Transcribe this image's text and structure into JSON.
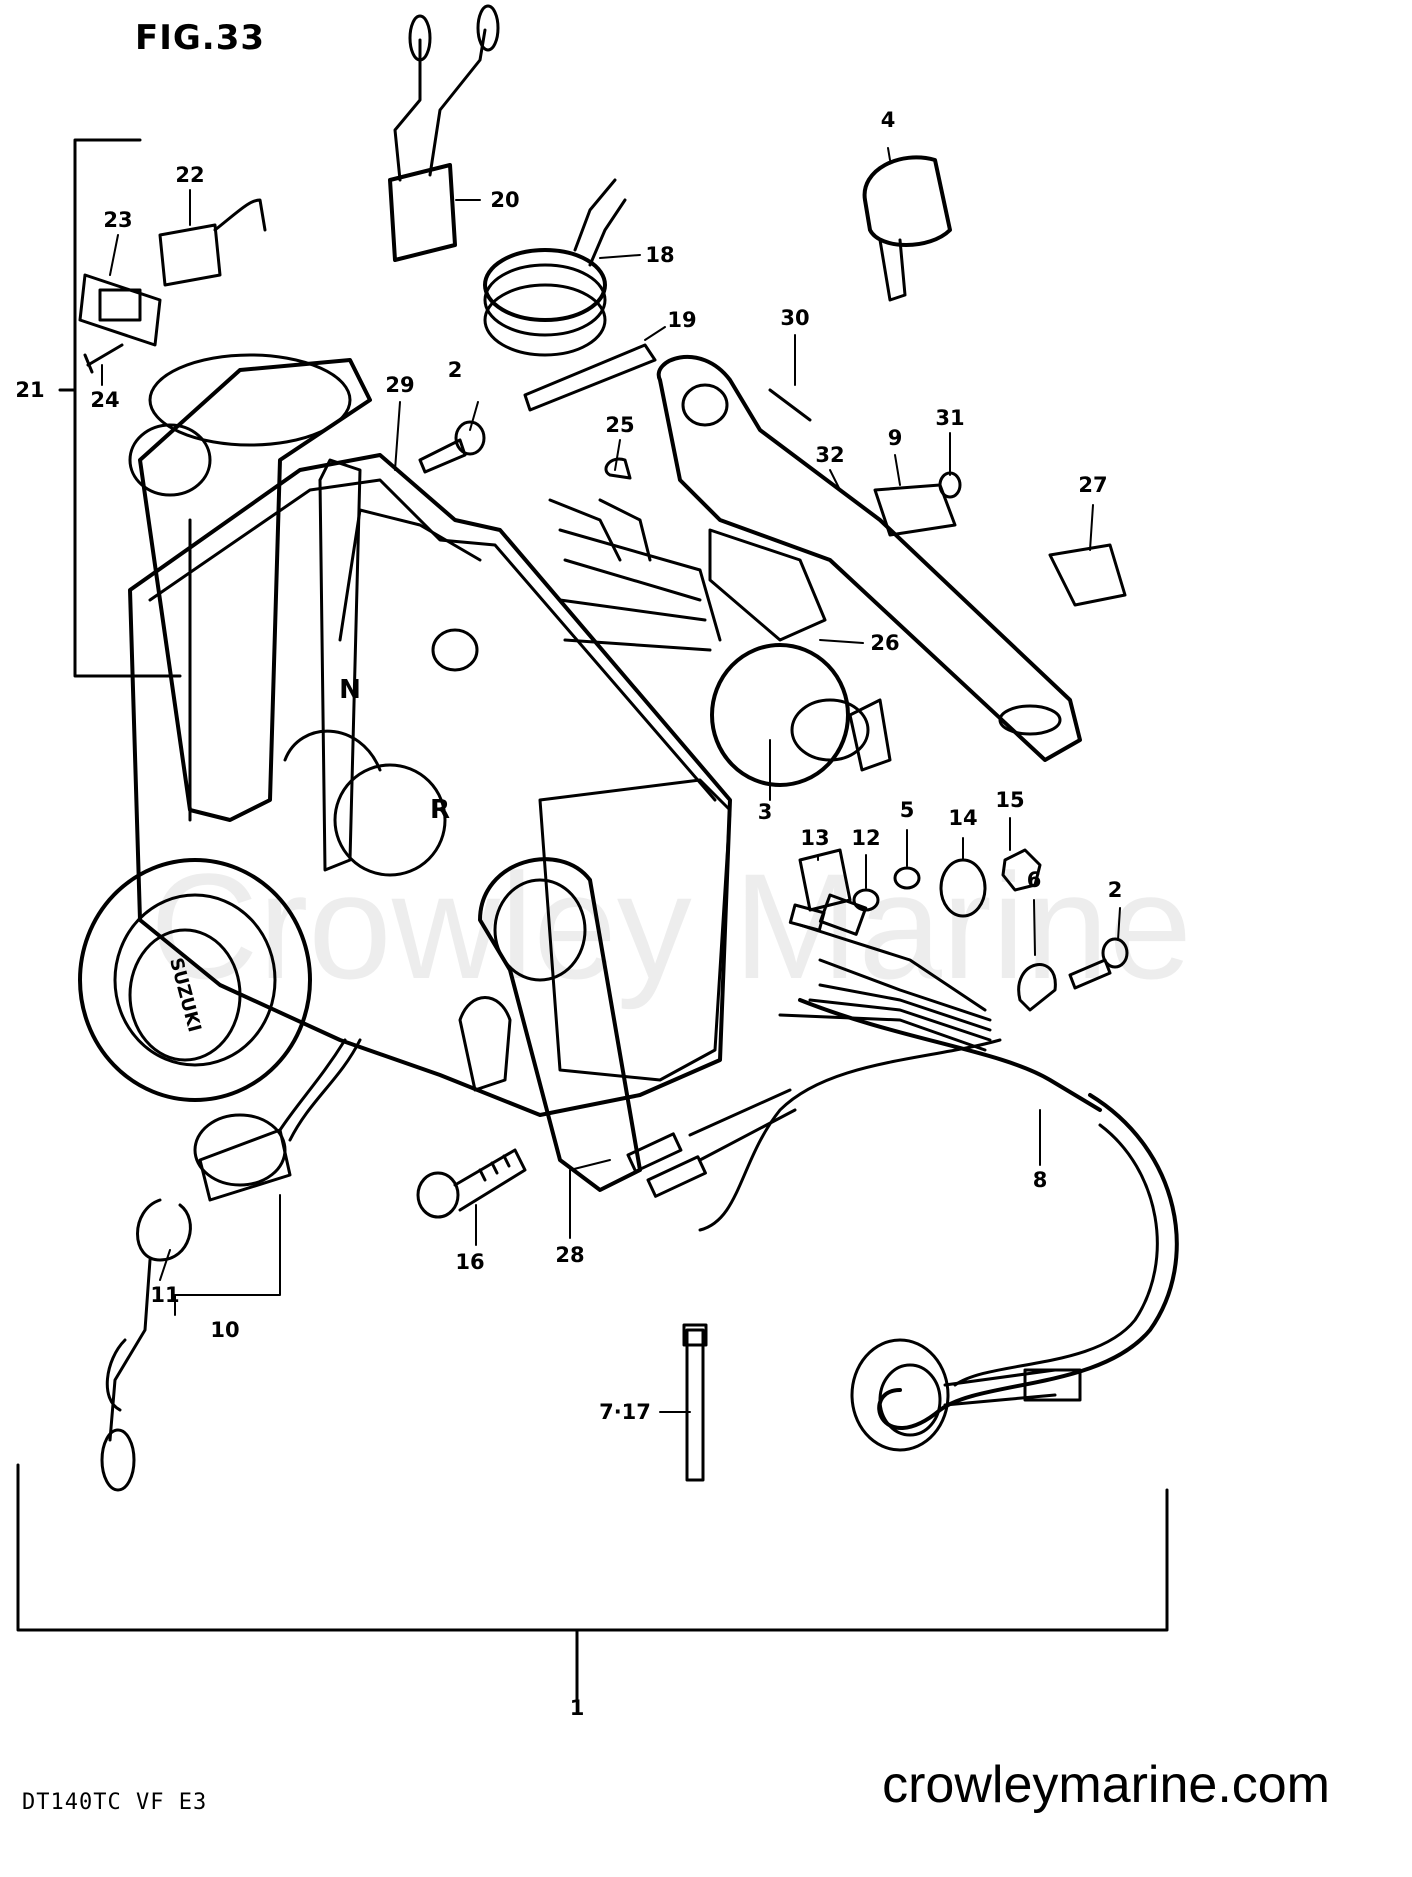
{
  "figure": {
    "title": "FIG.33",
    "model": "DT140TC VF  E3",
    "website": "crowleymarine.com",
    "watermark": "Crowley Marine"
  },
  "callouts": [
    {
      "id": "c1",
      "label": "1"
    },
    {
      "id": "c2a",
      "label": "2"
    },
    {
      "id": "c2b",
      "label": "2"
    },
    {
      "id": "c3",
      "label": "3"
    },
    {
      "id": "c4",
      "label": "4"
    },
    {
      "id": "c5",
      "label": "5"
    },
    {
      "id": "c6",
      "label": "6"
    },
    {
      "id": "c717",
      "label": "7·17"
    },
    {
      "id": "c8",
      "label": "8"
    },
    {
      "id": "c9",
      "label": "9"
    },
    {
      "id": "c10",
      "label": "10"
    },
    {
      "id": "c11",
      "label": "11"
    },
    {
      "id": "c12",
      "label": "12"
    },
    {
      "id": "c13",
      "label": "13"
    },
    {
      "id": "c14",
      "label": "14"
    },
    {
      "id": "c15",
      "label": "15"
    },
    {
      "id": "c16",
      "label": "16"
    },
    {
      "id": "c18",
      "label": "18"
    },
    {
      "id": "c19",
      "label": "19"
    },
    {
      "id": "c20",
      "label": "20"
    },
    {
      "id": "c21",
      "label": "21"
    },
    {
      "id": "c22",
      "label": "22"
    },
    {
      "id": "c23",
      "label": "23"
    },
    {
      "id": "c24",
      "label": "24"
    },
    {
      "id": "c25",
      "label": "25"
    },
    {
      "id": "c26",
      "label": "26"
    },
    {
      "id": "c27",
      "label": "27"
    },
    {
      "id": "c28",
      "label": "28"
    },
    {
      "id": "c29",
      "label": "29"
    },
    {
      "id": "c30",
      "label": "30"
    },
    {
      "id": "c31",
      "label": "31"
    },
    {
      "id": "c32",
      "label": "32"
    }
  ],
  "housing_markings": [
    "N",
    "R"
  ],
  "badge_text": "SUZUKI"
}
